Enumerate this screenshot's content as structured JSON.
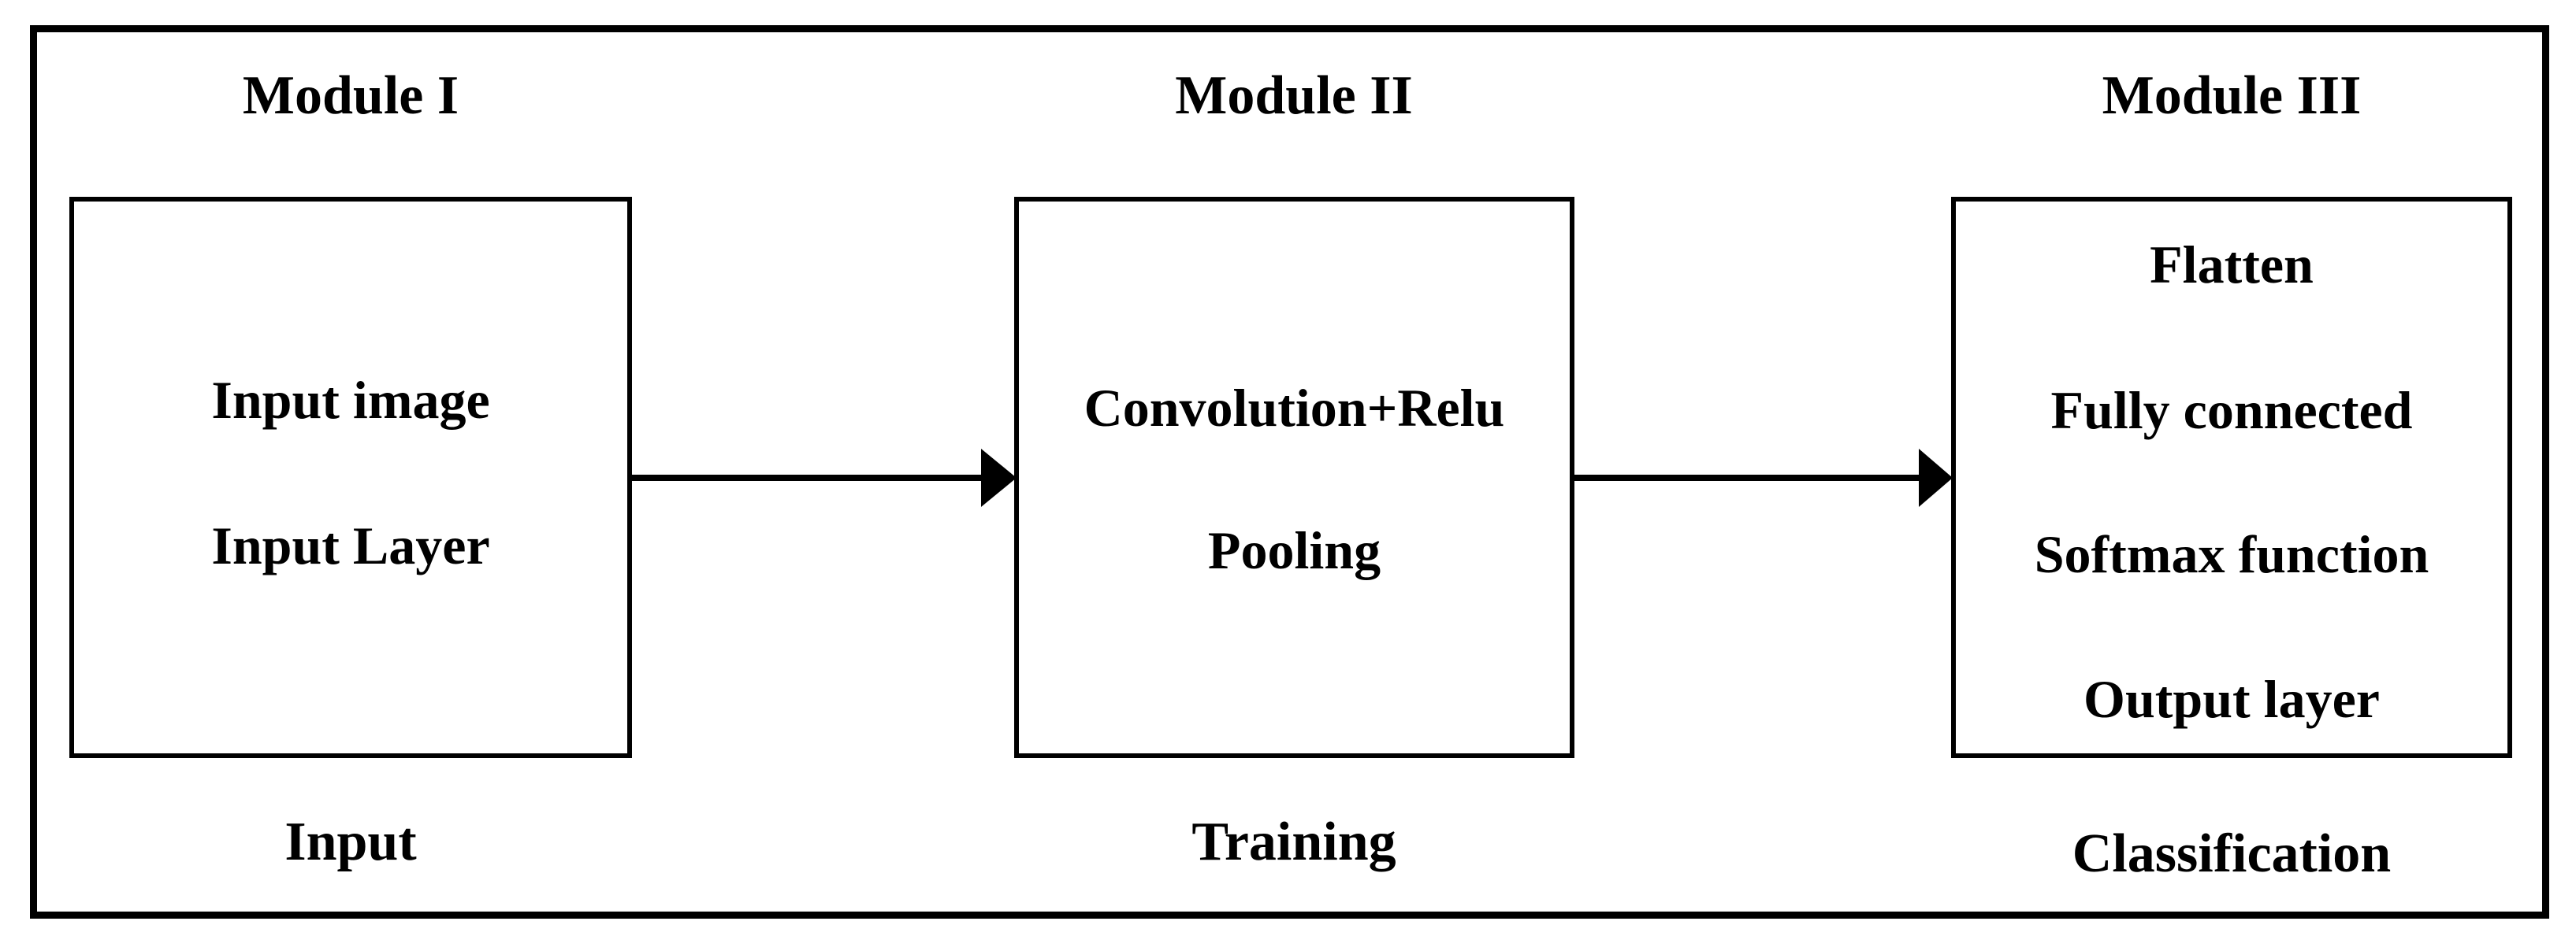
{
  "modules": [
    {
      "title": "Module I",
      "lines": [
        "Input image",
        "Input Layer"
      ],
      "stage": "Input"
    },
    {
      "title": "Module II",
      "lines": [
        "Convolution+Relu",
        "Pooling"
      ],
      "stage": "Training"
    },
    {
      "title": "Module III",
      "lines": [
        "Flatten",
        "Fully connected",
        "Softmax function",
        "Output layer"
      ],
      "stage": "Classification"
    }
  ],
  "colors": {
    "stroke": "#000000",
    "background": "#ffffff"
  }
}
